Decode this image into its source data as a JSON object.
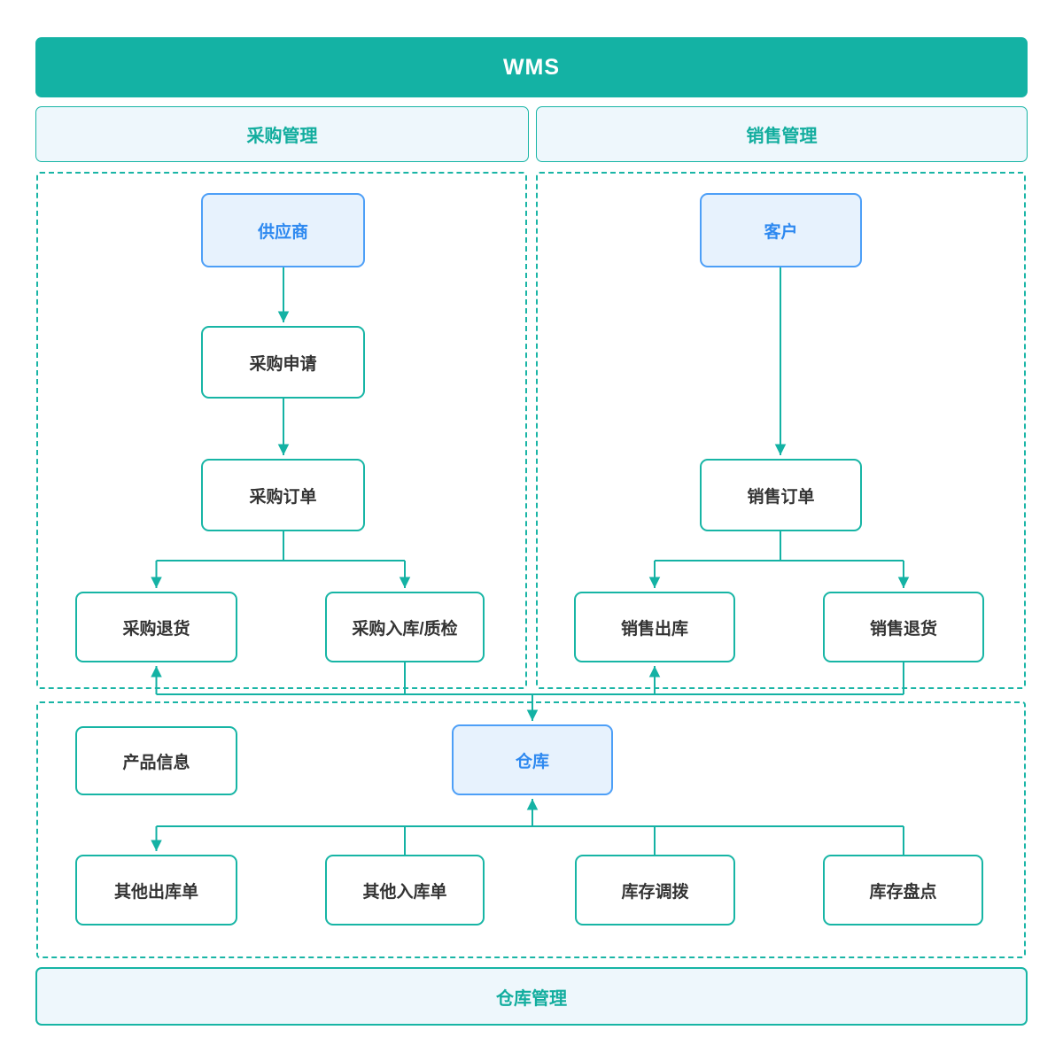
{
  "app": {
    "title": "WMS"
  },
  "colors": {
    "teal_primary": "#14b2a4",
    "teal_border": "#17b5a5",
    "teal_dashed": "#1ab5a6",
    "header_bg": "#eef7fc",
    "blue_node_bg": "#e7f2fd",
    "blue_node_border": "#4d9ff7",
    "blue_node_text": "#2e89f0",
    "node_text": "#333333",
    "title_text": "#ffffff"
  },
  "sections": {
    "purchase": {
      "label": "采购管理"
    },
    "sales": {
      "label": "销售管理"
    },
    "warehouse": {
      "label": "仓库管理"
    }
  },
  "nodes": {
    "supplier": {
      "label": "供应商",
      "style": "blue"
    },
    "purchase_request": {
      "label": "采购申请",
      "style": "white"
    },
    "purchase_order": {
      "label": "采购订单",
      "style": "white"
    },
    "purchase_return": {
      "label": "采购退货",
      "style": "white"
    },
    "purchase_inbound_qc": {
      "label": "采购入库/质检",
      "style": "white"
    },
    "customer": {
      "label": "客户",
      "style": "blue"
    },
    "sales_order": {
      "label": "销售订单",
      "style": "white"
    },
    "sales_outbound": {
      "label": "销售出库",
      "style": "white"
    },
    "sales_return": {
      "label": "销售退货",
      "style": "white"
    },
    "product_info": {
      "label": "产品信息",
      "style": "white"
    },
    "warehouse": {
      "label": "仓库",
      "style": "blue"
    },
    "other_outbound": {
      "label": "其他出库单",
      "style": "white"
    },
    "other_inbound": {
      "label": "其他入库单",
      "style": "white"
    },
    "inventory_transfer": {
      "label": "库存调拨",
      "style": "white"
    },
    "inventory_count": {
      "label": "库存盘点",
      "style": "white"
    }
  },
  "edges": [
    {
      "from": "supplier",
      "to": "purchase_request"
    },
    {
      "from": "purchase_request",
      "to": "purchase_order"
    },
    {
      "from": "purchase_order",
      "to": "purchase_return"
    },
    {
      "from": "purchase_order",
      "to": "purchase_inbound_qc"
    },
    {
      "from": "customer",
      "to": "sales_order"
    },
    {
      "from": "sales_order",
      "to": "sales_outbound"
    },
    {
      "from": "sales_order",
      "to": "sales_return"
    }
  ],
  "buses": [
    {
      "sources": [
        "purchase_inbound_qc",
        "sales_return"
      ],
      "targets": [
        "purchase_return",
        "sales_outbound",
        "warehouse"
      ]
    },
    {
      "sources": [
        "other_inbound",
        "inventory_transfer",
        "inventory_count"
      ],
      "targets": [
        "warehouse",
        "other_outbound"
      ]
    }
  ]
}
